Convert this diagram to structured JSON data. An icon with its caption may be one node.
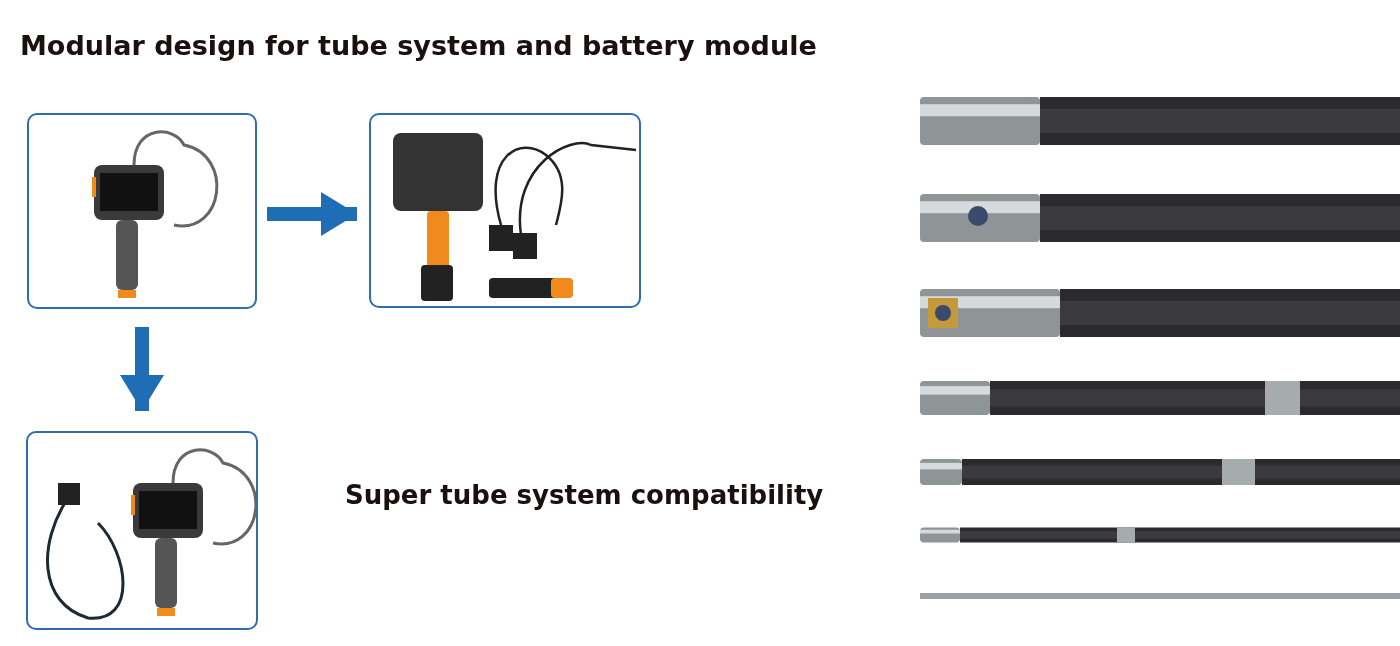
{
  "diagram": {
    "title": "Modular design for tube system and battery module",
    "nodes": [
      {
        "text": [],
        "shape": "picture"
      },
      {
        "text": [],
        "shape": "picture"
      },
      {
        "text": [],
        "shape": "picture"
      }
    ],
    "edges": [
      {
        "from": 0,
        "to": 1,
        "arrow": "to"
      },
      {
        "from": 0,
        "to": 2,
        "arrow": "to"
      }
    ],
    "labels": [
      "Super tube system compatibility"
    ]
  }
}
